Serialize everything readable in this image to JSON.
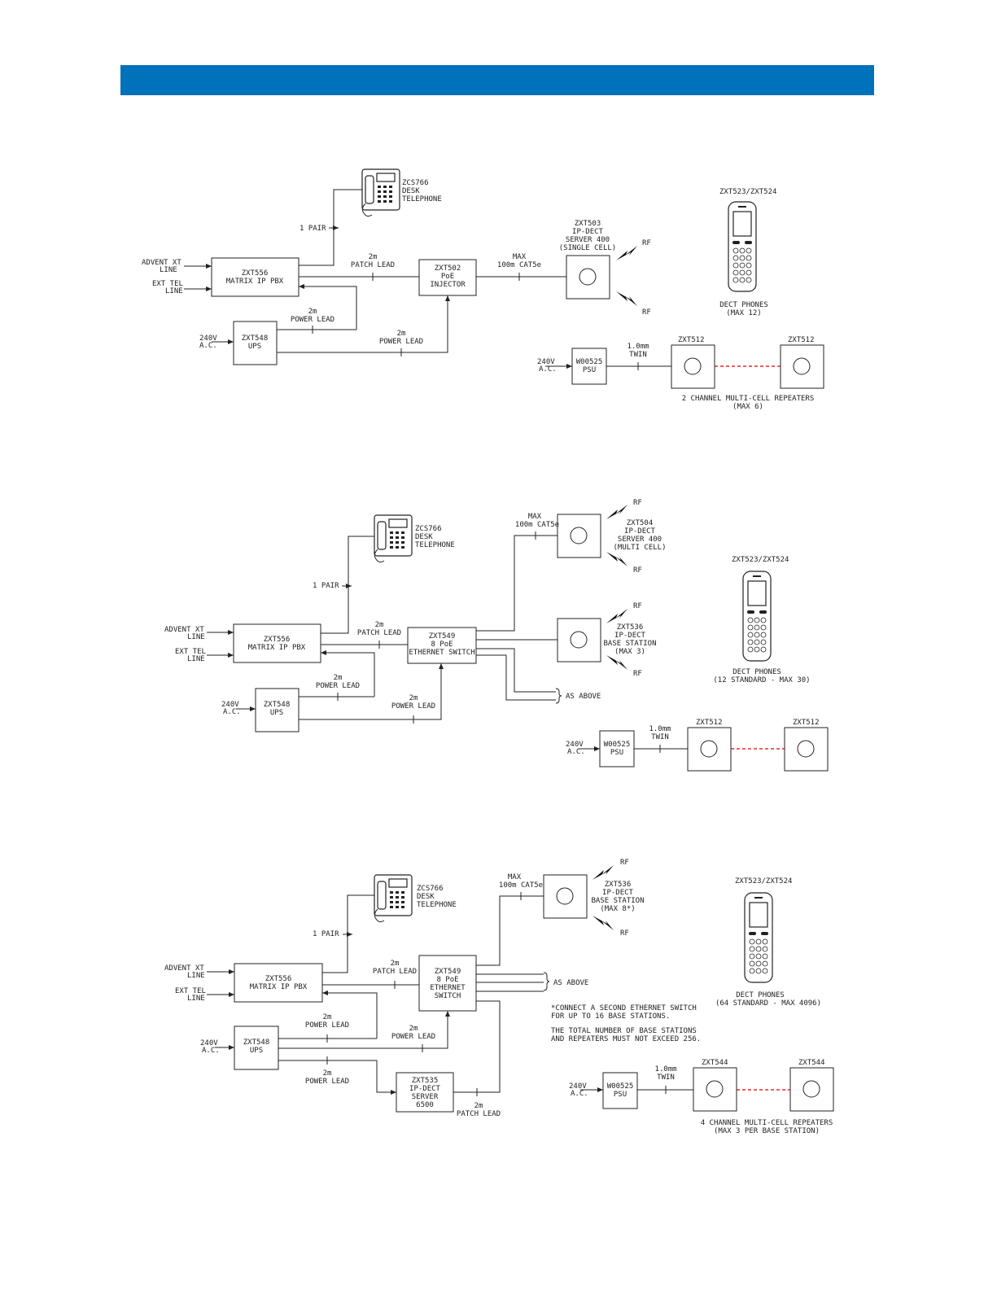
{
  "header": {
    "color": "#0072bc"
  },
  "icons": [
    "desk-telephone-icon",
    "dect-phone-icon",
    "rf-bolt-icon",
    "arrow-icon"
  ],
  "d1": {
    "advent": [
      "ADVENT XT",
      "LINE"
    ],
    "ext": [
      "EXT TEL",
      "LINE"
    ],
    "pbx": [
      "ZXT556",
      "MATRIX IP PBX"
    ],
    "ups": [
      "ZXT548",
      "UPS"
    ],
    "ac": [
      "240V",
      "A.C."
    ],
    "desk": [
      "ZCS766",
      "DESK",
      "TELEPHONE"
    ],
    "pair": "1 PAIR",
    "patch": [
      "2m",
      "PATCH LEAD"
    ],
    "power1": [
      "2m",
      "POWER LEAD"
    ],
    "power2": [
      "2m",
      "POWER LEAD"
    ],
    "injector": [
      "ZXT502",
      "PoE",
      "INJECTOR"
    ],
    "cable": [
      "MAX",
      "100m CAT5e"
    ],
    "server": [
      "ZXT503",
      "IP-DECT",
      "SERVER 400",
      "(SINGLE CELL)"
    ],
    "rf": "RF",
    "handset_model": "ZXT523/ZXT524",
    "handset_caption": [
      "DECT PHONES",
      "(MAX 12)"
    ],
    "psu_ac": [
      "240V",
      "A.C."
    ],
    "psu": [
      "W00525",
      "PSU"
    ],
    "twin": [
      "1.0mm",
      "TWIN"
    ],
    "rep1": "ZXT512",
    "rep2": "ZXT512",
    "repeaters": [
      "2 CHANNEL MULTI-CELL REPEATERS",
      "(MAX 6)"
    ]
  },
  "d2": {
    "advent": [
      "ADVENT XT",
      "LINE"
    ],
    "ext": [
      "EXT TEL",
      "LINE"
    ],
    "pbx": [
      "ZXT556",
      "MATRIX IP PBX"
    ],
    "ups": [
      "ZXT548",
      "UPS"
    ],
    "ac": [
      "240V",
      "A.C."
    ],
    "desk": [
      "ZCS766",
      "DESK",
      "TELEPHONE"
    ],
    "pair": "1 PAIR",
    "patch": [
      "2m",
      "PATCH LEAD"
    ],
    "power1": [
      "2m",
      "POWER LEAD"
    ],
    "power2": [
      "2m",
      "POWER LEAD"
    ],
    "switch": [
      "ZXT549",
      "8 PoE",
      "ETHERNET SWITCH"
    ],
    "cable": [
      "MAX",
      "100m CAT5e"
    ],
    "server": [
      "ZXT504",
      "IP-DECT",
      "SERVER 400",
      "(MULTI CELL)"
    ],
    "base": [
      "ZXT536",
      "IP-DECT",
      "BASE STATION",
      "(MAX 3)"
    ],
    "rf": "RF",
    "as_above": "AS ABOVE",
    "handset_model": "ZXT523/ZXT524",
    "handset_caption": [
      "DECT PHONES",
      "(12 STANDARD - MAX 30)"
    ],
    "psu_ac": [
      "240V",
      "A.C."
    ],
    "psu": [
      "W00525",
      "PSU"
    ],
    "twin": [
      "1.0mm",
      "TWIN"
    ],
    "rep1": "ZXT512",
    "rep2": "ZXT512"
  },
  "d3": {
    "advent": [
      "ADVENT XT",
      "LINE"
    ],
    "ext": [
      "EXT TEL",
      "LINE"
    ],
    "pbx": [
      "ZXT556",
      "MATRIX IP PBX"
    ],
    "ups": [
      "ZXT548",
      "UPS"
    ],
    "ac": [
      "240V",
      "A.C."
    ],
    "desk": [
      "ZCS766",
      "DESK",
      "TELEPHONE"
    ],
    "pair": "1 PAIR",
    "patch": [
      "2m",
      "PATCH LEAD"
    ],
    "power1": [
      "2m",
      "POWER LEAD"
    ],
    "power2": [
      "2m",
      "POWER LEAD"
    ],
    "power3": [
      "2m",
      "POWER LEAD"
    ],
    "patch2": [
      "2m",
      "PATCH LEAD"
    ],
    "switch": [
      "ZXT549",
      "8 PoE",
      "ETHERNET",
      "SWITCH"
    ],
    "cable": [
      "MAX",
      "100m CAT5e"
    ],
    "base": [
      "ZXT536",
      "IP-DECT",
      "BASE STATION",
      "(MAX 8*)"
    ],
    "rf": "RF",
    "as_above": "AS ABOVE",
    "server": [
      "ZXT535",
      "IP-DECT",
      "SERVER",
      "6500"
    ],
    "note1": [
      "*CONNECT A SECOND ETHERNET SWITCH",
      "FOR UP TO 16 BASE STATIONS."
    ],
    "note2": [
      "THE TOTAL NUMBER OF BASE STATIONS",
      "AND REPEATERS MUST NOT EXCEED 256."
    ],
    "handset_model": "ZXT523/ZXT524",
    "handset_caption": [
      "DECT PHONES",
      "(64 STANDARD - MAX 4096)"
    ],
    "psu_ac": [
      "240V",
      "A.C."
    ],
    "psu": [
      "W00525",
      "PSU"
    ],
    "twin": [
      "1.0mm",
      "TWIN"
    ],
    "rep1": "ZXT544",
    "rep2": "ZXT544",
    "repeaters": [
      "4 CHANNEL MULTI-CELL REPEATERS",
      "(MAX 3 PER BASE STATION)"
    ]
  }
}
